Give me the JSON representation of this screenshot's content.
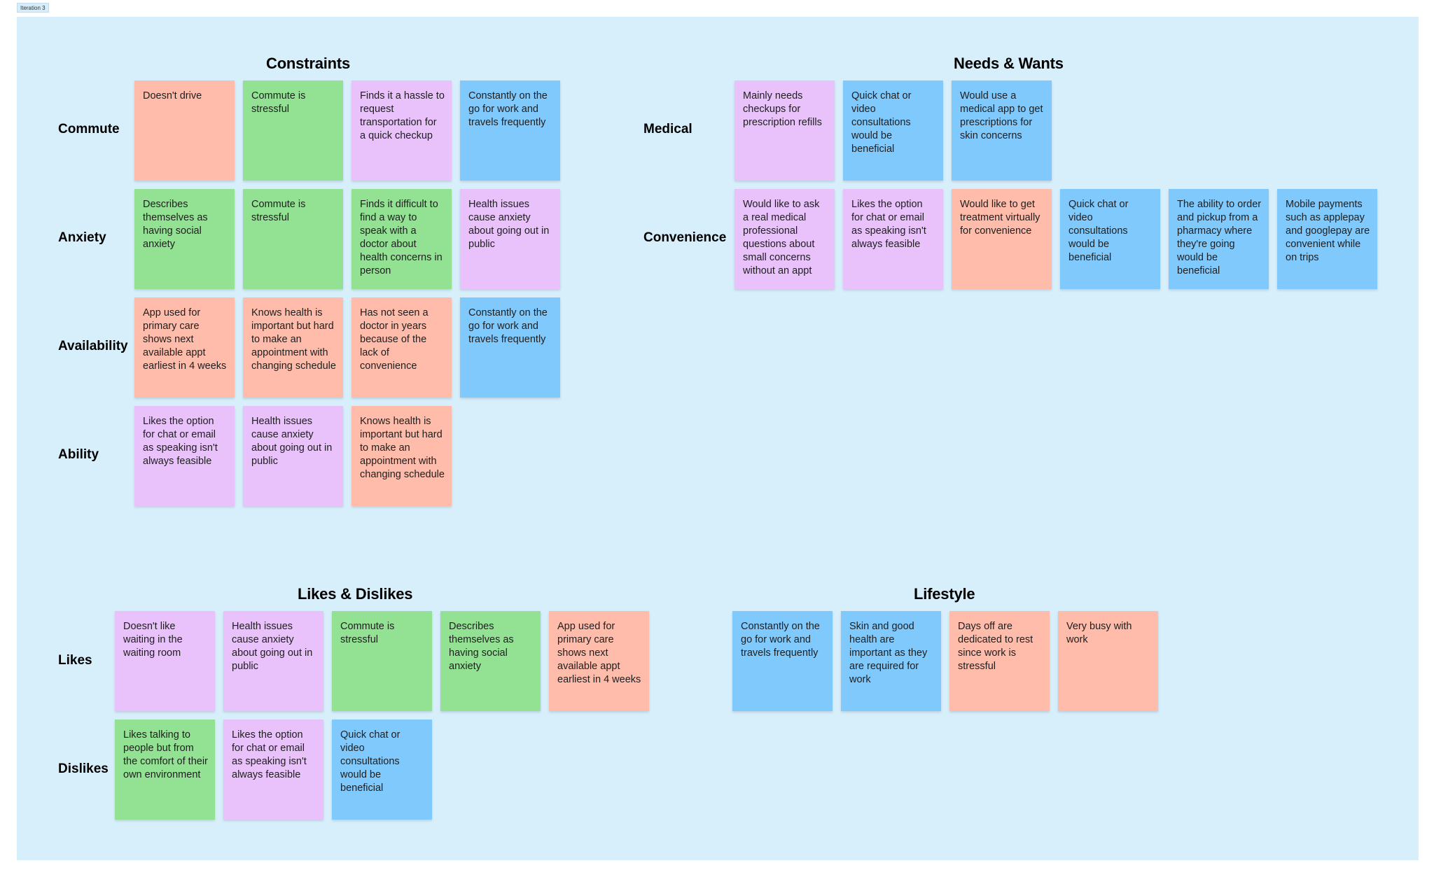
{
  "frame": {
    "label": "Iteration 3"
  },
  "colors": {
    "board": "#d7eefb",
    "orange": "#ffbcab",
    "green": "#93e294",
    "purple": "#e9c1fb",
    "blue": "#80c9fc"
  },
  "sections": {
    "constraints": {
      "title": "Constraints",
      "rows": [
        {
          "label": "Commute",
          "notes": [
            {
              "text": "Doesn't drive",
              "color": "orange"
            },
            {
              "text": "Commute is stressful",
              "color": "green"
            },
            {
              "text": "Finds it a hassle to request transportation for a quick checkup",
              "color": "purple"
            },
            {
              "text": "Constantly on the go for work and travels frequently",
              "color": "blue"
            }
          ]
        },
        {
          "label": "Anxiety",
          "notes": [
            {
              "text": "Describes themselves as having social anxiety",
              "color": "green"
            },
            {
              "text": "Commute is stressful",
              "color": "green"
            },
            {
              "text": "Finds it difficult to find a way to speak with a doctor about health concerns in person",
              "color": "green"
            },
            {
              "text": "Health issues cause anxiety about going out in public",
              "color": "purple"
            }
          ]
        },
        {
          "label": "Availability",
          "notes": [
            {
              "text": "App used for primary care shows next available appt earliest in 4 weeks",
              "color": "orange"
            },
            {
              "text": "Knows health is important but hard to make an appointment with changing schedule",
              "color": "orange"
            },
            {
              "text": "Has not seen a doctor in years because of the lack of convenience",
              "color": "orange"
            },
            {
              "text": "Constantly on the go for work and travels frequently",
              "color": "blue"
            }
          ]
        },
        {
          "label": "Ability",
          "notes": [
            {
              "text": "Likes the option for chat or email as speaking isn't always feasible",
              "color": "purple"
            },
            {
              "text": "Health issues cause anxiety about going out in public",
              "color": "purple"
            },
            {
              "text": "Knows health is important but hard to make an appointment with changing schedule",
              "color": "orange"
            }
          ]
        }
      ]
    },
    "needs": {
      "title": "Needs & Wants",
      "rows": [
        {
          "label": "Medical",
          "notes": [
            {
              "text": "Mainly needs checkups for prescription refills",
              "color": "purple"
            },
            {
              "text": "Quick chat or video consultations would be beneficial",
              "color": "blue"
            },
            {
              "text": "Would use a medical app to get prescriptions for skin concerns",
              "color": "blue"
            }
          ]
        },
        {
          "label": "Convenience",
          "notes": [
            {
              "text": "Would like to ask a real medical professional questions about small concerns without an appt",
              "color": "purple"
            },
            {
              "text": "Likes the option for chat or email as speaking isn't always feasible",
              "color": "purple"
            },
            {
              "text": "Would like to get treatment virtually for convenience",
              "color": "orange"
            },
            {
              "text": "Quick chat or video consultations would be beneficial",
              "color": "blue"
            },
            {
              "text": "The ability to order and pickup from a pharmacy where they're going would be beneficial",
              "color": "blue"
            },
            {
              "text": "Mobile payments such as applepay and googlepay are convenient while on trips",
              "color": "blue"
            }
          ]
        }
      ]
    },
    "likes": {
      "title": "Likes & Dislikes",
      "rows": [
        {
          "label": "Likes",
          "notes": [
            {
              "text": "Doesn't like waiting in the waiting room",
              "color": "purple"
            },
            {
              "text": "Health issues cause anxiety about going out in public",
              "color": "purple"
            },
            {
              "text": "Commute is stressful",
              "color": "green"
            },
            {
              "text": "Describes themselves as having social anxiety",
              "color": "green"
            },
            {
              "text": "App used for primary care shows next available appt earliest in 4 weeks",
              "color": "orange"
            }
          ]
        },
        {
          "label": "Dislikes",
          "notes": [
            {
              "text": "Likes talking to people but from the comfort of their own environment",
              "color": "green"
            },
            {
              "text": "Likes the option for chat or email as speaking isn't always feasible",
              "color": "purple"
            },
            {
              "text": "Quick chat or video consultations would be beneficial",
              "color": "blue"
            }
          ]
        }
      ]
    },
    "lifestyle": {
      "title": "Lifestyle",
      "rows": [
        {
          "label": "",
          "notes": [
            {
              "text": "Constantly on the go for work and travels frequently",
              "color": "blue"
            },
            {
              "text": "Skin and good health are important as they are required for work",
              "color": "blue"
            },
            {
              "text": "Days off are dedicated to rest since work is stressful",
              "color": "orange"
            },
            {
              "text": "Very busy with work",
              "color": "orange"
            }
          ]
        }
      ]
    }
  }
}
